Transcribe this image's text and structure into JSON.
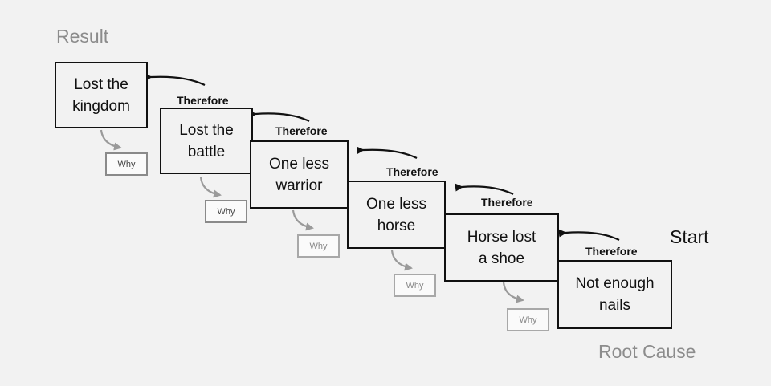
{
  "labels": {
    "result": "Result",
    "start": "Start",
    "root_cause": "Root Cause"
  },
  "steps": [
    {
      "text": "Lost the\nkingdom",
      "why": "Why"
    },
    {
      "text": "Lost the\nbattle",
      "why": "Why"
    },
    {
      "text": "One less\nwarrior",
      "why": "Why"
    },
    {
      "text": "One less\nhorse",
      "why": "Why"
    },
    {
      "text": "Horse lost\na shoe",
      "why": "Why"
    },
    {
      "text": "Not enough\nnails"
    }
  ],
  "connector_label": "Therefore",
  "colors": {
    "background": "#f2f2f2",
    "box_border": "#111111",
    "why_border": "#8a8a8a",
    "muted_text": "#8c8c8c"
  }
}
